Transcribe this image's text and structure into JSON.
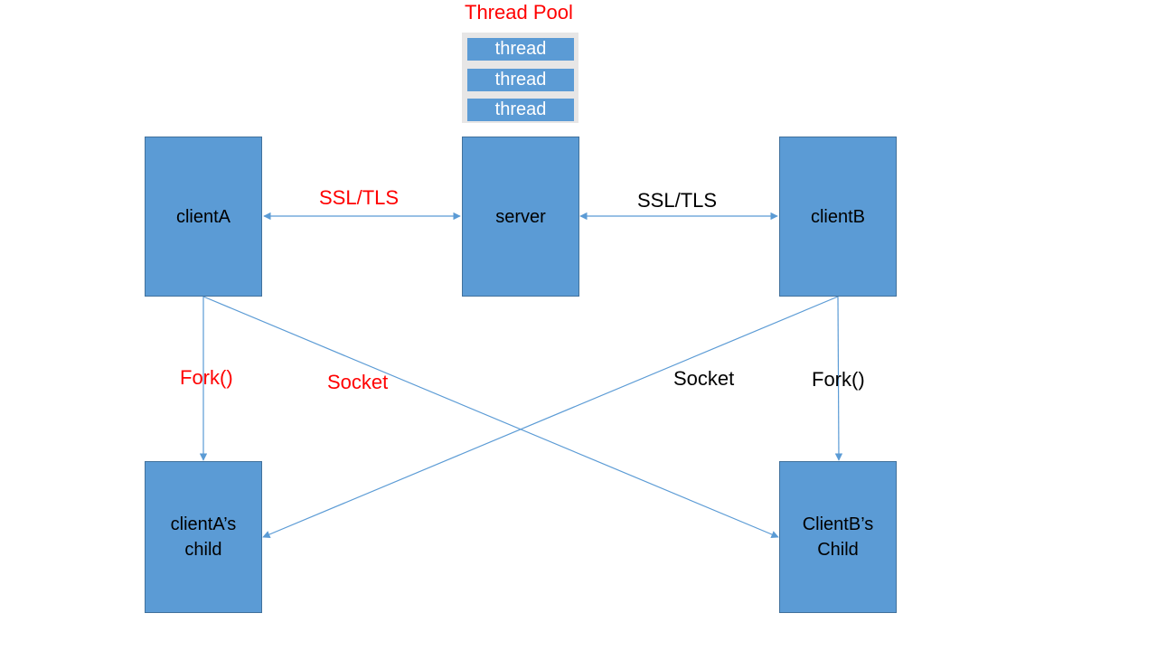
{
  "colors": {
    "box_fill": "#5b9bd5",
    "box_border": "#41719c",
    "edge": "#5b9bd5",
    "accent_red": "#ff0000",
    "label_black": "#000000",
    "pool_background": "#e7e6e6",
    "thread_text": "#ffffff"
  },
  "thread_pool": {
    "title": "Thread Pool",
    "threads": [
      "thread",
      "thread",
      "thread"
    ]
  },
  "nodes": {
    "clientA": {
      "label": "clientA"
    },
    "server": {
      "label": "server"
    },
    "clientB": {
      "label": "clientB"
    },
    "clientA_child": {
      "line1": "clientA’s",
      "line2": "child"
    },
    "clientB_child": {
      "line1": "ClientB’s",
      "line2": "Child"
    }
  },
  "edges": [
    {
      "from": "clientA",
      "to": "server",
      "label": "SSL/TLS",
      "label_color": "red",
      "direction": "both"
    },
    {
      "from": "server",
      "to": "clientB",
      "label": "SSL/TLS",
      "label_color": "black",
      "direction": "both"
    },
    {
      "from": "clientA",
      "to": "clientA_child",
      "label": "Fork()",
      "label_color": "red",
      "direction": "forward"
    },
    {
      "from": "clientA",
      "to": "clientB_child",
      "label": "Socket",
      "label_color": "red",
      "direction": "forward"
    },
    {
      "from": "clientB",
      "to": "clientA_child",
      "label": "Socket",
      "label_color": "black",
      "direction": "forward"
    },
    {
      "from": "clientB",
      "to": "clientB_child",
      "label": "Fork()",
      "label_color": "black",
      "direction": "forward"
    }
  ]
}
